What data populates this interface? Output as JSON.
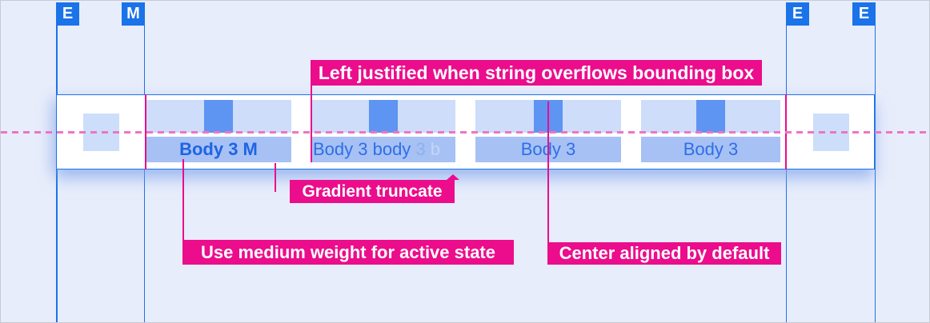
{
  "margins": {
    "left_edge": "E",
    "left_margin": "M",
    "right_margin": "E",
    "right_edge": "E"
  },
  "tabs": [
    {
      "label": "Body 3 M",
      "state": "active"
    },
    {
      "label": "Body 3 body 3 b",
      "state": "truncated",
      "segments": {
        "solid": "Body 3 body ",
        "mid": "3 ",
        "end": "b"
      }
    },
    {
      "label": "Body 3",
      "state": "default"
    },
    {
      "label": "Body 3",
      "state": "default"
    }
  ],
  "annotations": {
    "overflow": "Left justified when string overflows bounding box",
    "truncate": "Gradient truncate",
    "active_weight": "Use medium weight for active state",
    "alignment": "Center aligned by default"
  },
  "colors": {
    "background": "#e8edfb",
    "accent_blue": "#1a73e8",
    "annotation_magenta": "#eb0d8c",
    "dashed_centerline_pink": "#ee74c4",
    "tab_block": "#cdddfa",
    "tab_glyph": "#5e94f2",
    "tab_label_row": "#a7c1f5",
    "tab_text": "#2e6fe6",
    "active_tab_text": "#1f64e2",
    "icon_placeholder": "#cddefa"
  }
}
